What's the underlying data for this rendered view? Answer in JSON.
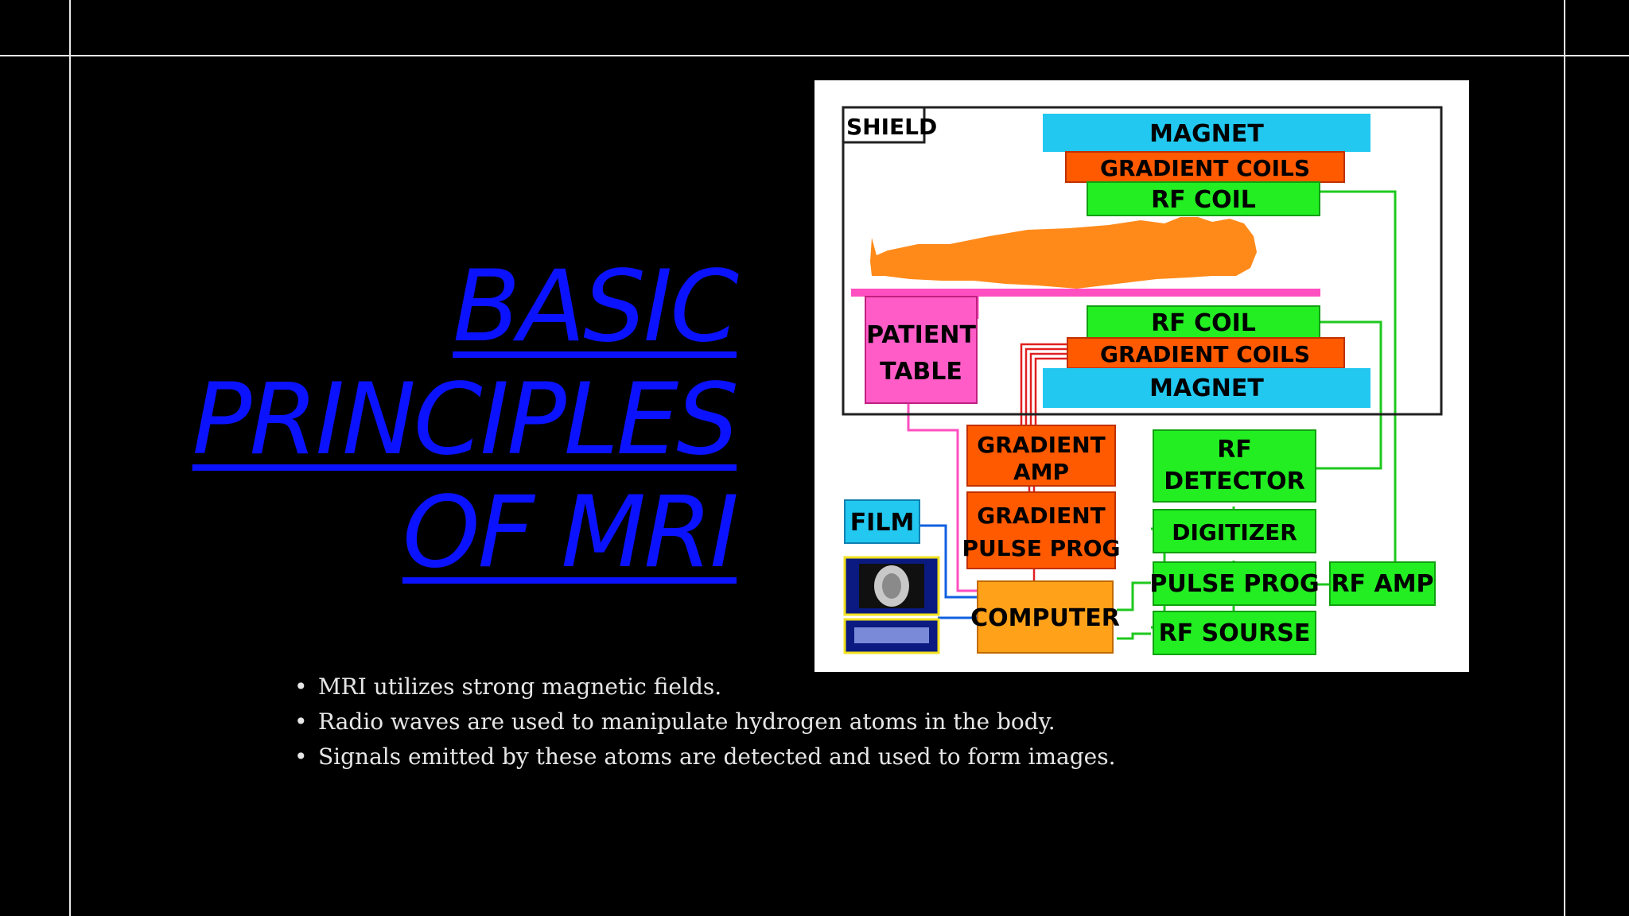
{
  "title": {
    "lines": [
      "BASIC",
      "PRINCIPLES",
      "OF MRI"
    ],
    "color": "#0a12ff"
  },
  "diagram": {
    "labels": {
      "shield": "SHIELD",
      "magnet_top": "MAGNET",
      "gradient_coils_top": "GRADIENT COILS",
      "rf_coil_top": "RF COIL",
      "patient_table": [
        "PATIENT",
        "TABLE"
      ],
      "rf_coil_bottom": "RF COIL",
      "gradient_coils_bottom": "GRADIENT COILS",
      "magnet_bottom": "MAGNET",
      "gradient_amp": [
        "GRADIENT",
        "AMP"
      ],
      "rf_detector": [
        "RF",
        "DETECTOR"
      ],
      "film": "FILM",
      "gradient_pulse_prog": [
        "GRADIENT",
        "PULSE PROG"
      ],
      "digitizer": "DIGITIZER",
      "pulse_prog": "PULSE PROG",
      "rf_amp": "RF AMP",
      "computer": "COMPUTER",
      "rf_sourse": "RF SOURSE"
    },
    "colors": {
      "magnet": "#22c8f0",
      "gradient": "#ff5a00",
      "rf": "#22ee22",
      "table": "#ff5cc8",
      "patient": "#ff8a1a",
      "computer": "#ffa21a",
      "film": "#22c8f0",
      "wire_green": "#1ec81e",
      "wire_red": "#e02020",
      "wire_pink": "#ff4fc0",
      "wire_blue": "#1060e0"
    }
  },
  "bullets": [
    "MRI utilizes strong magnetic fields.",
    "Radio waves are used to manipulate hydrogen atoms in the body.",
    "Signals emitted by these atoms are detected and used to form images."
  ]
}
